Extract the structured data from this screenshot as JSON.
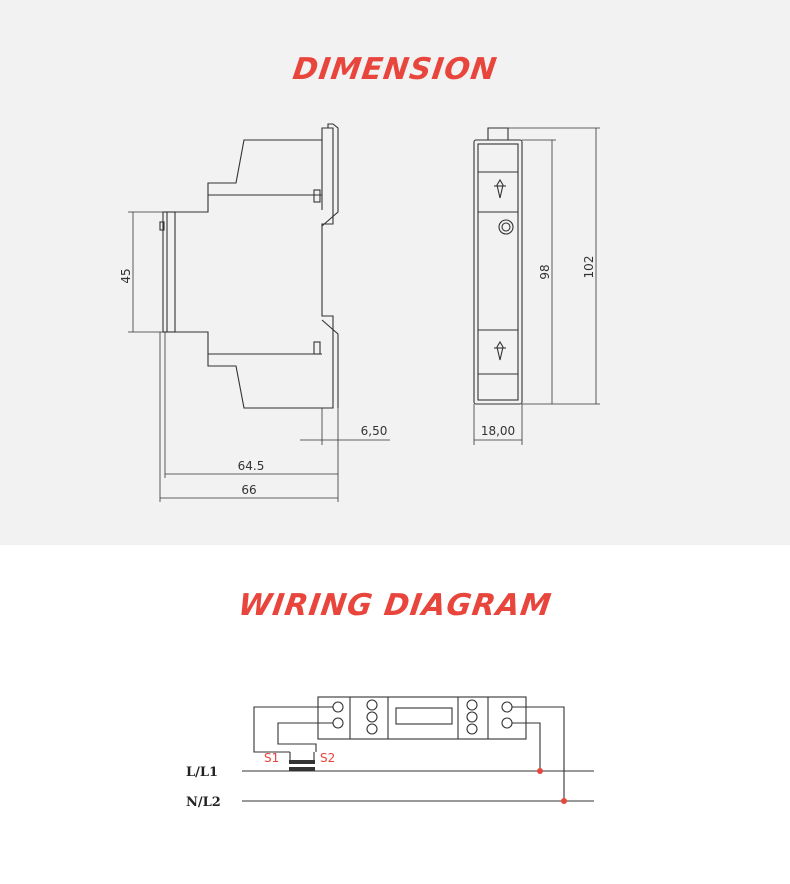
{
  "sections": {
    "dimension_title": "DIMENSION",
    "wiring_title": "WIRING DIAGRAM"
  },
  "dimensions": {
    "height_45": "45",
    "depth_645": "64.5",
    "depth_66": "66",
    "offset_650": "6,50",
    "width_1800": "18,00",
    "height_98": "98",
    "height_102": "102"
  },
  "wiring": {
    "line1_label": "L/L1",
    "line2_label": "N/L2",
    "s1_label": "S1",
    "s2_label": "S2"
  },
  "colors": {
    "accent": "#e8453c",
    "top_background": "#f2f2f2"
  }
}
